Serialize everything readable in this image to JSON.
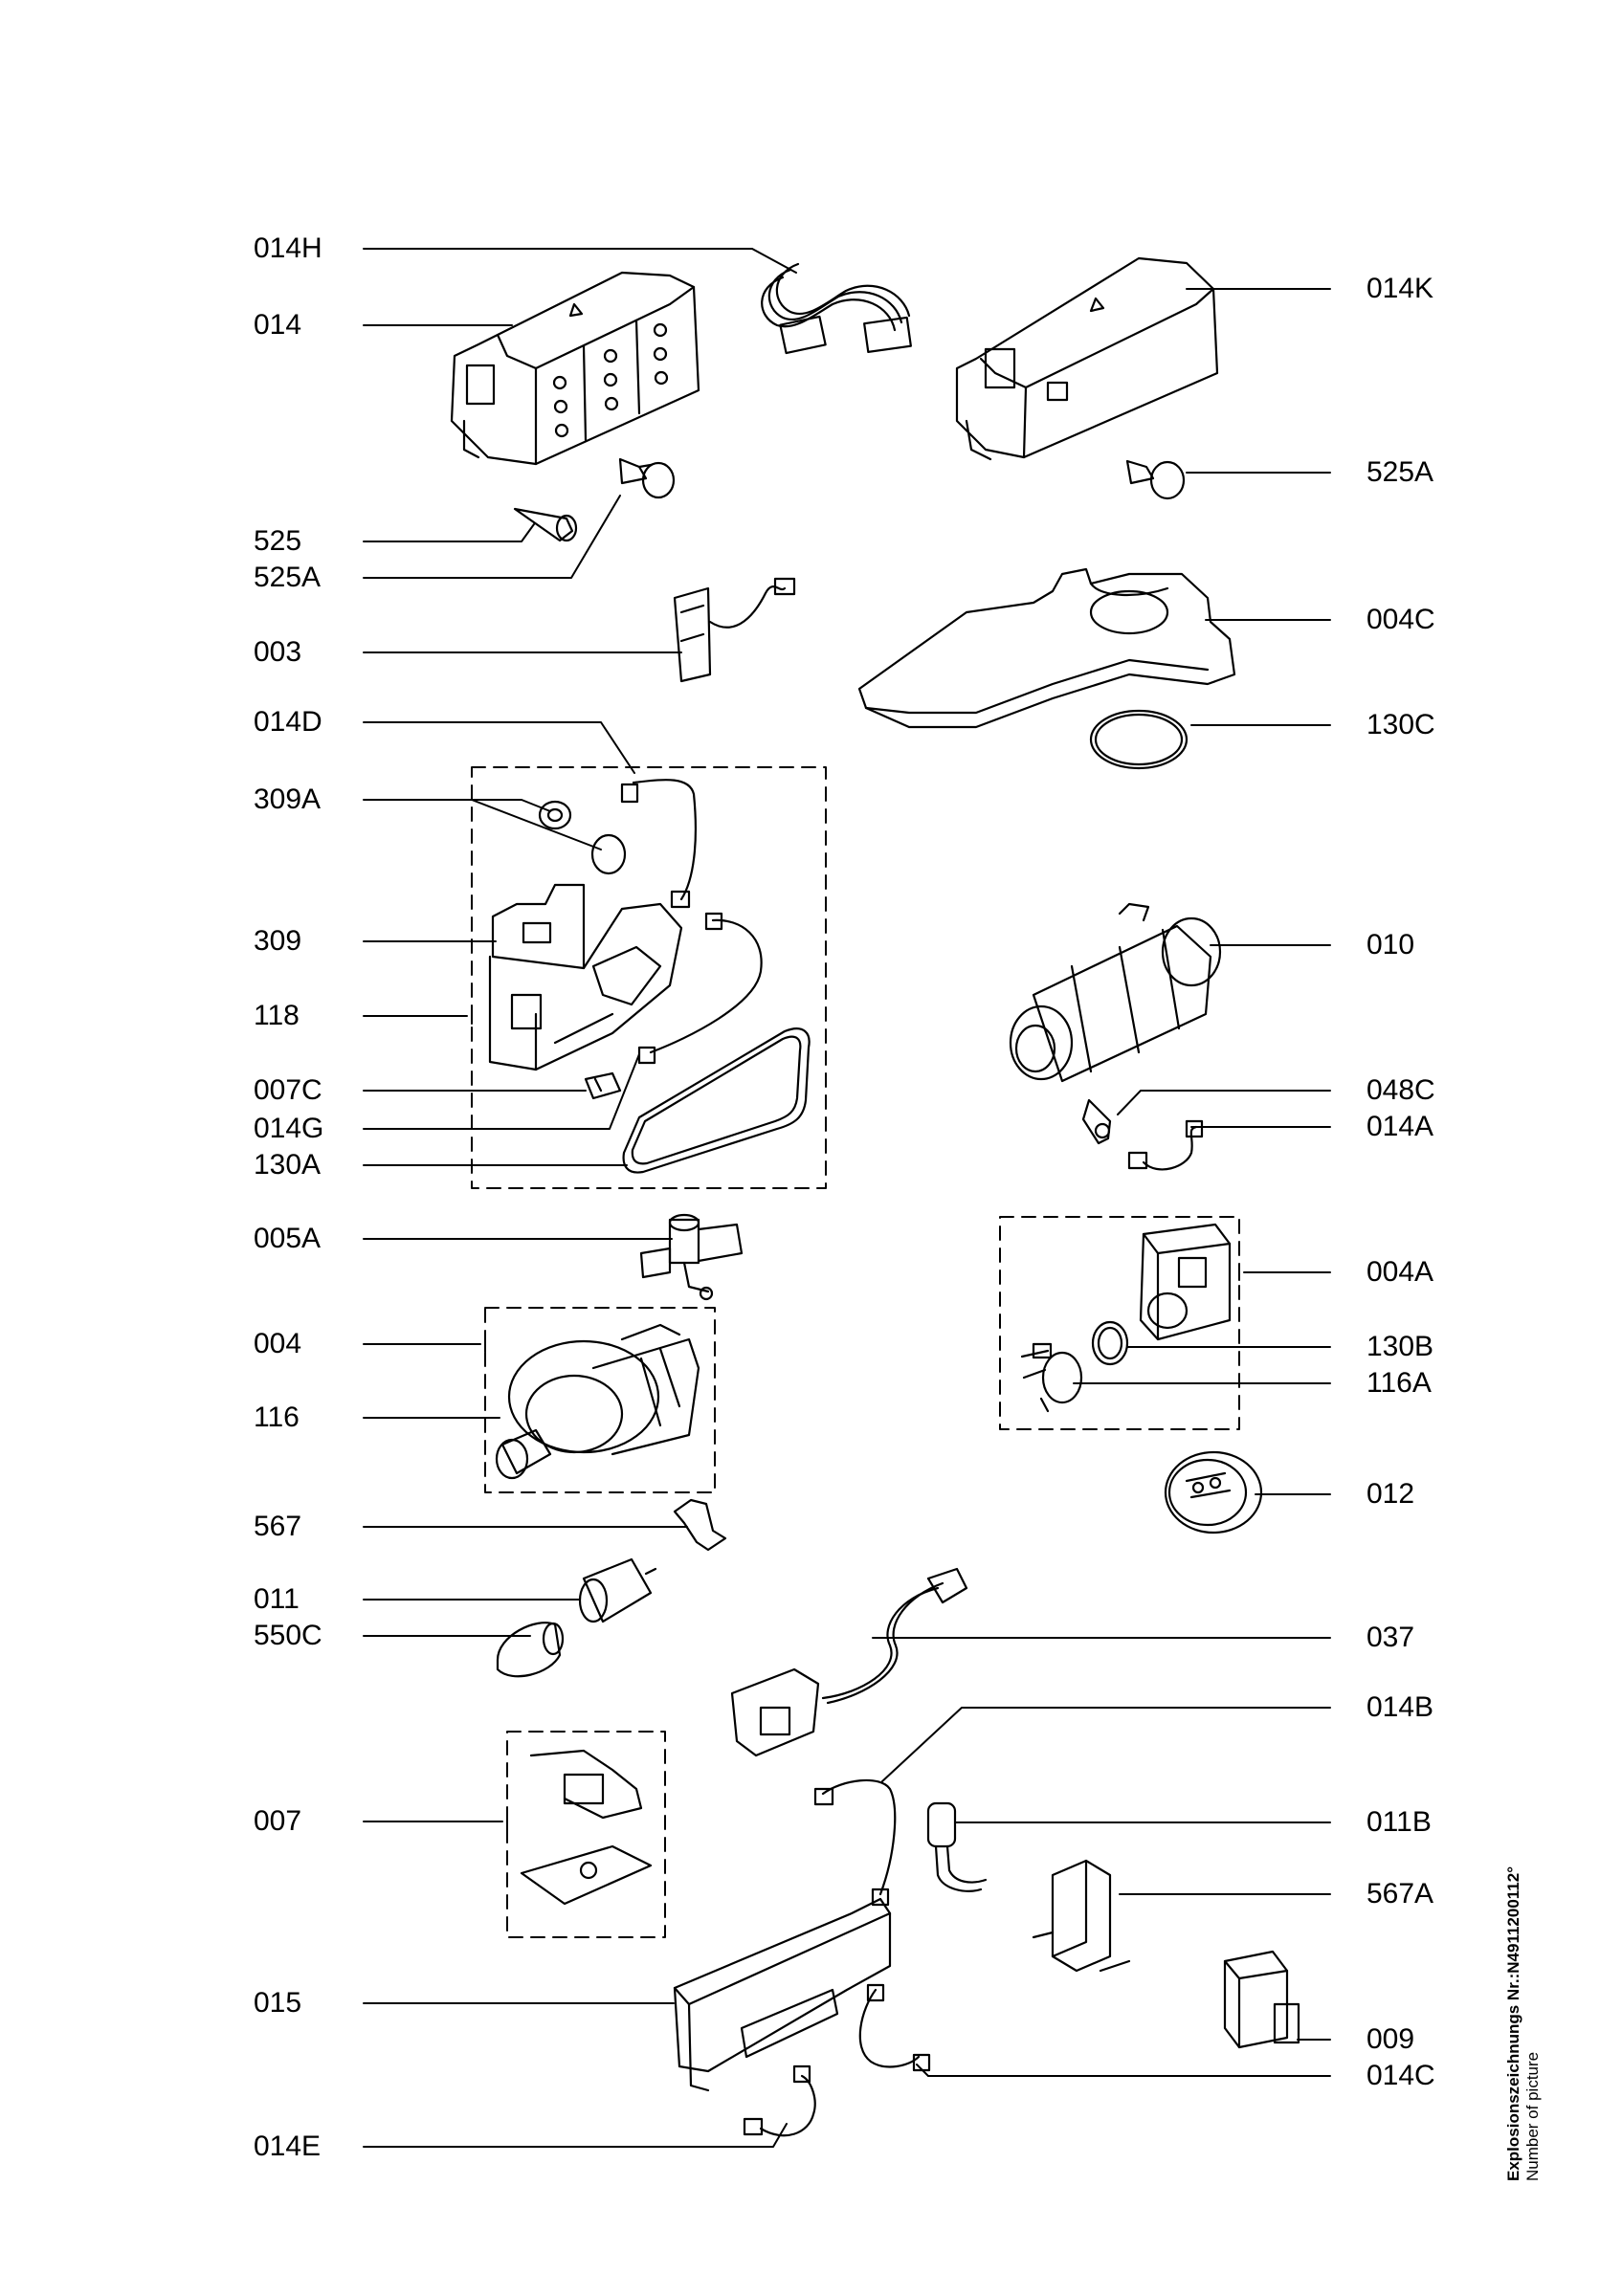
{
  "labels_left": [
    {
      "id": "014H",
      "text": "014H"
    },
    {
      "id": "014",
      "text": "014"
    },
    {
      "id": "525",
      "text": "525"
    },
    {
      "id": "525A",
      "text": "525A"
    },
    {
      "id": "003",
      "text": "003"
    },
    {
      "id": "014D",
      "text": "014D"
    },
    {
      "id": "309A",
      "text": "309A"
    },
    {
      "id": "309",
      "text": "309"
    },
    {
      "id": "118",
      "text": "118"
    },
    {
      "id": "007C",
      "text": "007C"
    },
    {
      "id": "014G",
      "text": "014G"
    },
    {
      "id": "130A",
      "text": "130A"
    },
    {
      "id": "005A",
      "text": "005A"
    },
    {
      "id": "004",
      "text": "004"
    },
    {
      "id": "116",
      "text": "116"
    },
    {
      "id": "567",
      "text": "567"
    },
    {
      "id": "011",
      "text": "011"
    },
    {
      "id": "550C",
      "text": "550C"
    },
    {
      "id": "007",
      "text": "007"
    },
    {
      "id": "015",
      "text": "015"
    },
    {
      "id": "014E",
      "text": "014E"
    }
  ],
  "labels_right": [
    {
      "id": "014K",
      "text": "014K"
    },
    {
      "id": "525A",
      "text": "525A"
    },
    {
      "id": "004C",
      "text": "004C"
    },
    {
      "id": "130C",
      "text": "130C"
    },
    {
      "id": "010",
      "text": "010"
    },
    {
      "id": "048C",
      "text": "048C"
    },
    {
      "id": "014A",
      "text": "014A"
    },
    {
      "id": "004A",
      "text": "004A"
    },
    {
      "id": "130B",
      "text": "130B"
    },
    {
      "id": "116A",
      "text": "116A"
    },
    {
      "id": "012",
      "text": "012"
    },
    {
      "id": "037",
      "text": "037"
    },
    {
      "id": "014B",
      "text": "014B"
    },
    {
      "id": "011B",
      "text": "011B"
    },
    {
      "id": "567A",
      "text": "567A"
    },
    {
      "id": "009",
      "text": "009"
    },
    {
      "id": "014C",
      "text": "014C"
    }
  ],
  "side_note": {
    "line1": "Explosionszeichnungs Nr.:N4911200112°",
    "line2": "Number of picture"
  },
  "colors": {
    "ink": "#000000",
    "paper": "#ffffff"
  }
}
